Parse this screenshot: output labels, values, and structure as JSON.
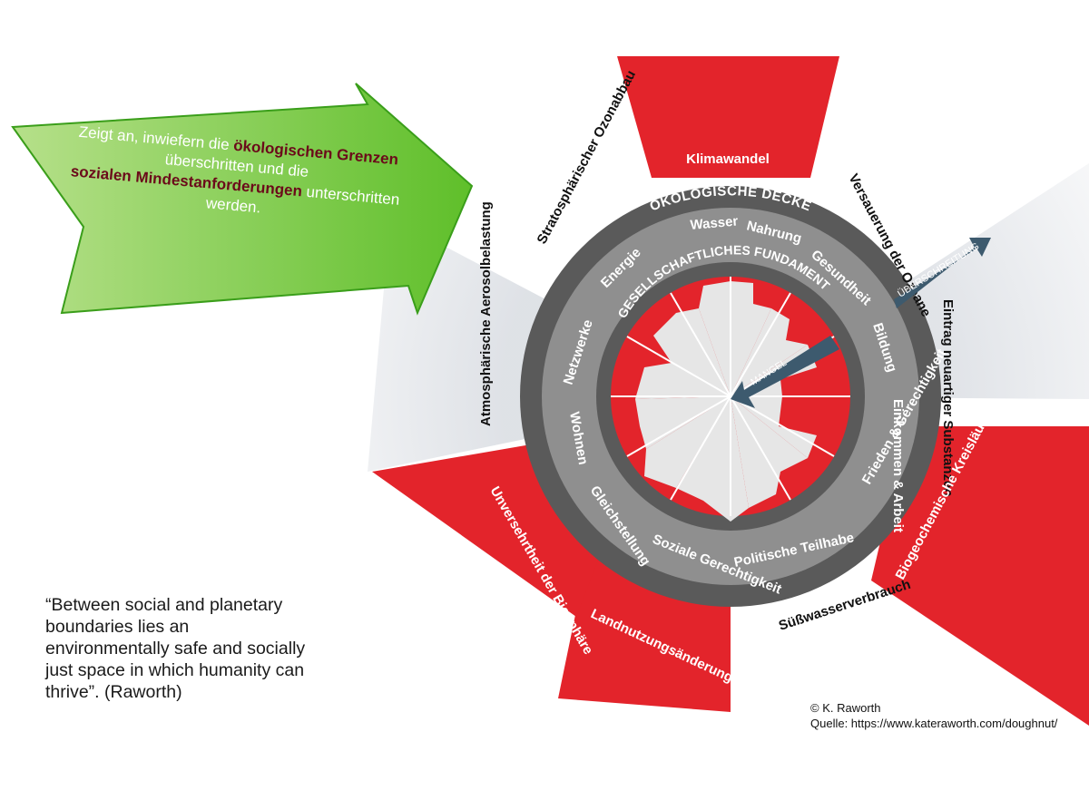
{
  "arrow": {
    "line1_pre": "Zeigt an, inwiefern die ",
    "line1_hl": "ökologischen Grenzen",
    "line2": "überschritten und die",
    "line3_hl": "sozialen Mindestanforderungen",
    "line3_post": " unterschritten",
    "line4": "werden."
  },
  "quote": "“Between social and planetary boundaries lies an environmentally safe and socially just space in which humanity can thrive”. (Raworth)",
  "credits": {
    "author": "© K. Raworth",
    "source": "Quelle: https://www.kateraworth.com/doughnut/"
  },
  "ring_titles": {
    "ceiling": "ÖKOLOGISCHE DECKE",
    "foundation": "GESELLSCHAFTLICHES FUNDAMENT"
  },
  "arrows_labels": {
    "overshoot": "ÜBERSCHREITUNG",
    "shortfall": "MANGEL"
  },
  "ecological_boundaries": [
    {
      "label": "Klimawandel",
      "overshoot": true
    },
    {
      "label": "Versauerung der Ozeane",
      "overshoot": false
    },
    {
      "label": "Eintrag neuartiger Substanzen",
      "overshoot": false
    },
    {
      "label": "Biogeochemische Kreisläufe",
      "overshoot": true
    },
    {
      "label": "Süßwasserverbrauch",
      "overshoot": false
    },
    {
      "label": "Landnutzungsänderung",
      "overshoot": true
    },
    {
      "label": "Unversehrtheit der Biosphäre",
      "overshoot": true
    },
    {
      "label": "Atmosphärische Aerosolbelastung",
      "overshoot": false
    },
    {
      "label": "Stratosphärischer Ozonabbau",
      "overshoot": false
    }
  ],
  "social_foundation": [
    "Wasser",
    "Nahrung",
    "Gesundheit",
    "Bildung",
    "Einkommen & Arbeit",
    "Frieden & Gerechtigkeit",
    "Politische Teilhabe",
    "Soziale Gerechtigkeit",
    "Gleichstellung",
    "Wohnen",
    "Netzwerke",
    "Energie"
  ],
  "colors": {
    "red": "#e3242b",
    "dark_grey": "#5a5a5a",
    "mid_grey": "#8a8a8a",
    "arrow_green": "#7ac943",
    "shortfall_arrow": "#3d5a6e"
  }
}
